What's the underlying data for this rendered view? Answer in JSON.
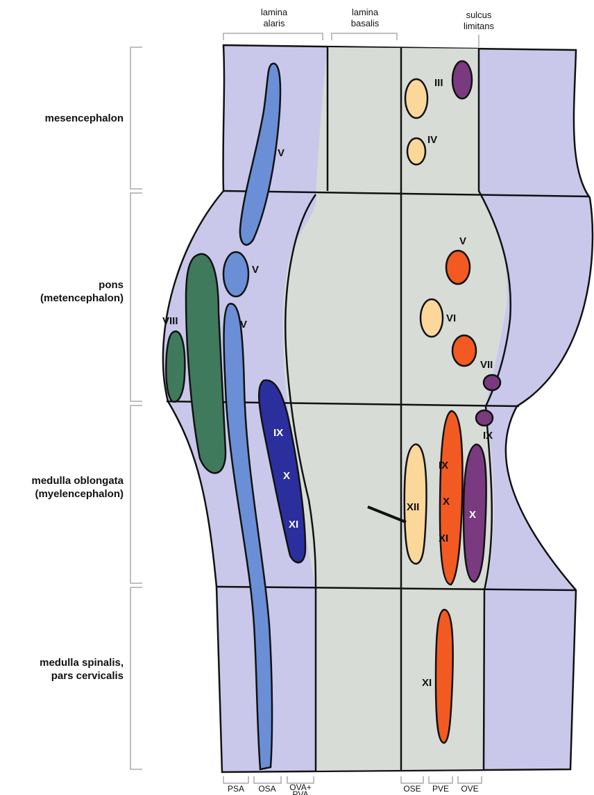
{
  "regions": {
    "mesencephalon": "mesencephalon",
    "pons_1": "pons",
    "pons_2": "(metencephalon)",
    "medulla_oblongata_1": "medulla oblongata",
    "medulla_oblongata_2": "(myelencephalon)",
    "medulla_spinalis_1": "medulla spinalis,",
    "medulla_spinalis_2": "pars cervicalis"
  },
  "top_labels": {
    "lamina_alaris_1": "lamina",
    "lamina_alaris_2": "alaris",
    "lamina_basalis_1": "lamina",
    "lamina_basalis_2": "basalis",
    "sulcus_limitans_1": "sulcus",
    "sulcus_limitans_2": "limitans"
  },
  "nuclei": {
    "sensory": {
      "v_mesencephalic": "V",
      "v_principal": "V",
      "v_spinal": "V",
      "viii": "VIII",
      "ix": "IX",
      "x": "X",
      "xi": "XI"
    },
    "motor": {
      "iii": "III",
      "iv": "IV",
      "v": "V",
      "vi": "VI",
      "vii": "VII",
      "ix_small": "IX",
      "xii": "XII",
      "ix": "IX",
      "x": "X",
      "xi": "XI",
      "x_ove": "X",
      "xi_spinal": "XI"
    }
  },
  "bottom_labels": {
    "psa": "PSA",
    "osa": "OSA",
    "ova_pva_1": "OVA+",
    "ova_pva_2": "PVA",
    "ose": "OSE",
    "pve": "PVE",
    "ove": "OVE"
  },
  "colors": {
    "background_lavender": "#c9c8eb",
    "basal_gray": "#d8dcd7",
    "viii_green": "#3f7a5c",
    "trigeminal_blue": "#6a8fd6",
    "dark_blue": "#2b2f9e",
    "pale_orange": "#fbd79a",
    "orange_red": "#f25a22",
    "purple": "#7a3a7f"
  }
}
